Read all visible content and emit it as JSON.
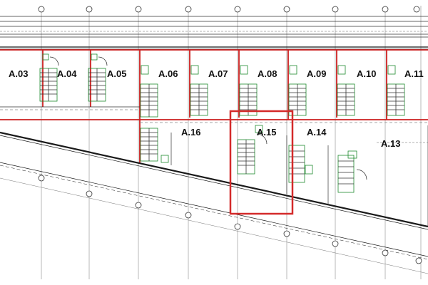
{
  "plan": {
    "units": [
      {
        "id": "A.03",
        "label": "A.03"
      },
      {
        "id": "A.04",
        "label": "A.04"
      },
      {
        "id": "A.05",
        "label": "A.05"
      },
      {
        "id": "A.06",
        "label": "A.06"
      },
      {
        "id": "A.07",
        "label": "A.07"
      },
      {
        "id": "A.08",
        "label": "A.08"
      },
      {
        "id": "A.09",
        "label": "A.09"
      },
      {
        "id": "A.10",
        "label": "A.10"
      },
      {
        "id": "A.11",
        "label": "A.11"
      },
      {
        "id": "A.16",
        "label": "A.16"
      },
      {
        "id": "A.15",
        "label": "A.15"
      },
      {
        "id": "A.14",
        "label": "A.14"
      },
      {
        "id": "A.13",
        "label": "A.13"
      }
    ],
    "highlighted_unit": "A.15",
    "colors": {
      "line": "#1a1a1a",
      "grid": "#777777",
      "wall_red": "#cc1f1f",
      "highlight": "#d42a2a",
      "stair_green": "#1e8a2e"
    }
  }
}
